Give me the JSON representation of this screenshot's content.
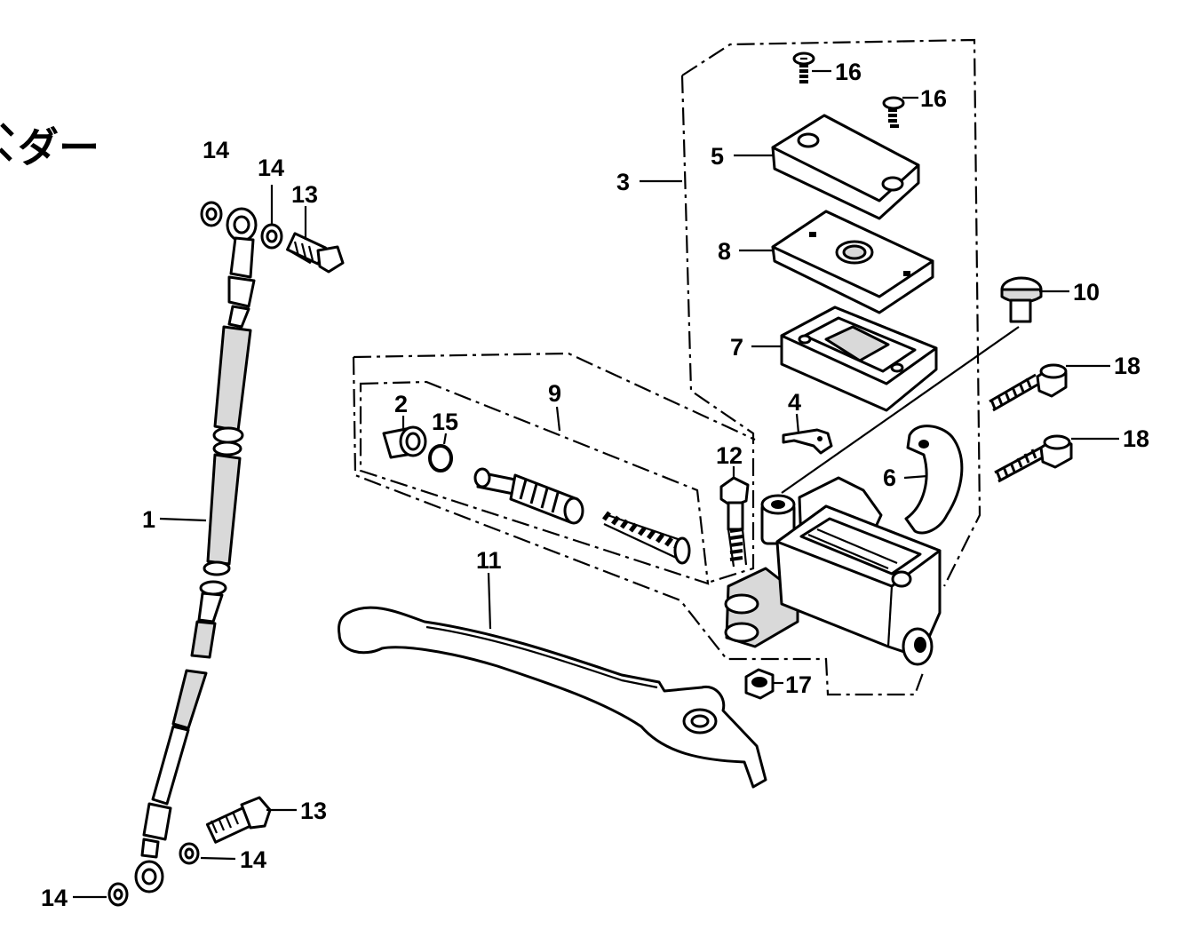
{
  "title_fragment": "ダー",
  "callouts": {
    "c1": "1",
    "c2": "2",
    "c3": "3",
    "c4": "4",
    "c5": "5",
    "c6": "6",
    "c7": "7",
    "c8": "8",
    "c9": "9",
    "c10": "10",
    "c11": "11",
    "c12": "12",
    "c13_top": "13",
    "c13_bottom": "13",
    "c14_a": "14",
    "c14_b": "14",
    "c14_c": "14",
    "c14_d": "14",
    "c15": "15",
    "c16_a": "16",
    "c16_b": "16",
    "c17": "17",
    "c18_a": "18",
    "c18_b": "18"
  }
}
